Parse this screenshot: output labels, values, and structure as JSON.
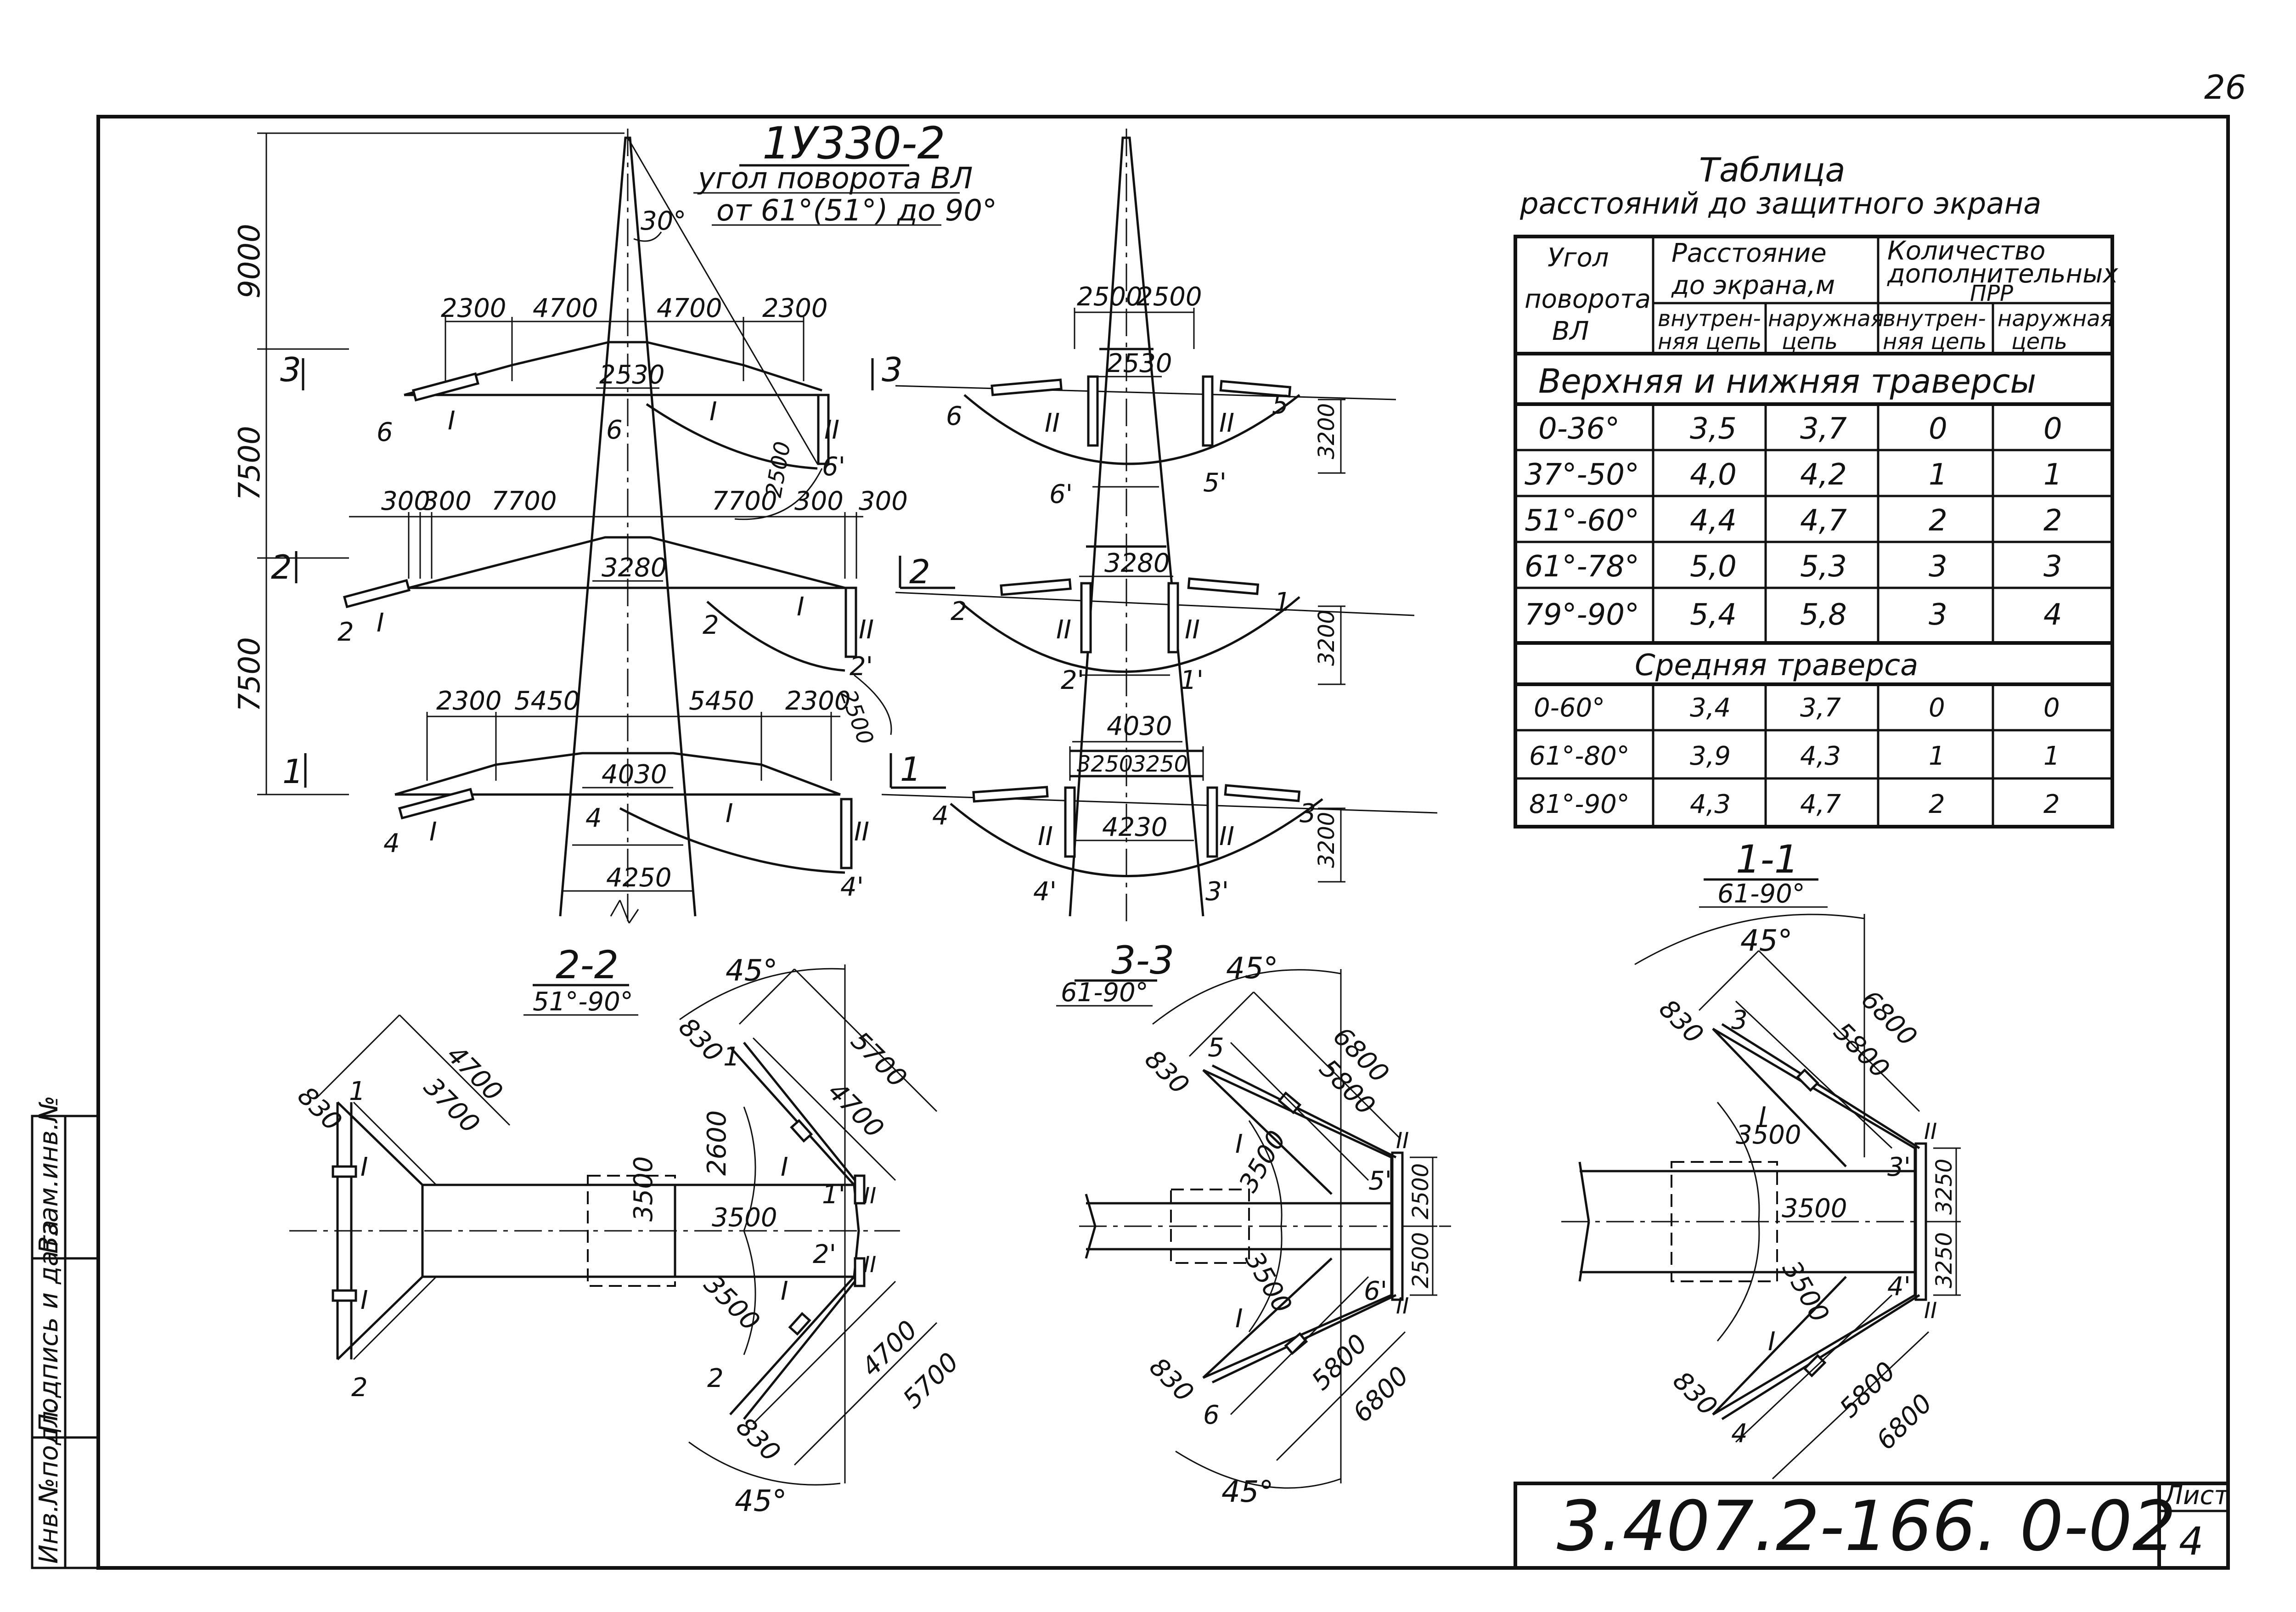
{
  "sheet": {
    "page_number": "26",
    "doc_code": "3.407.2-166. 0-02",
    "sheet_label": "Лист",
    "sheet_number": "4",
    "side_stamp": [
      "Инв.№подл.",
      "Подпись и дата",
      "Взам.инв.№"
    ]
  },
  "tower": {
    "title": "1У330-2",
    "subtitle1": "угол поворота ВЛ",
    "subtitle2": "от 61°(51°) до 90°",
    "angle_label": "30°",
    "dim_top": "9000",
    "dim_mid": "7500",
    "dim_low": "7500",
    "upper_dims": [
      "2300",
      "4700",
      "4700",
      "2300"
    ],
    "upper_width": "2530",
    "middle_dims": [
      "300",
      "300",
      "7700",
      "7700",
      "300",
      "300"
    ],
    "middle_width": "3280",
    "lower_dims": [
      "2300",
      "5450",
      "5450",
      "2300"
    ],
    "lower_width": "4030",
    "base_width": "4250",
    "swing_upper": "2500",
    "swing_middle": "2500",
    "sections": [
      "3",
      "2",
      "1"
    ],
    "phases": [
      "6",
      "6",
      "6'",
      "2",
      "2",
      "2'",
      "4",
      "4",
      "4'"
    ],
    "insulator_marks": [
      "I",
      "I",
      "II",
      "I",
      "I",
      "II",
      "I",
      "I",
      "II"
    ]
  },
  "side_view": {
    "top_dims": [
      "2500",
      "2500"
    ],
    "widths": [
      "2530",
      "3280",
      "4030",
      "3250",
      "3250",
      "4230"
    ],
    "sag": [
      "3200",
      "3200",
      "3200"
    ],
    "phases": [
      "6",
      "6'",
      "5",
      "5'",
      "2",
      "2'",
      "1",
      "1'",
      "4",
      "4'",
      "3",
      "3'"
    ],
    "section_marks": [
      "3",
      "2",
      "1"
    ],
    "insulator_marks": [
      "II",
      "II",
      "II",
      "II",
      "II",
      "II"
    ]
  },
  "table": {
    "title": "Таблица",
    "subtitle": "расстояний до защитного экрана",
    "col_angle": [
      "Угол",
      "поворота",
      "ВЛ"
    ],
    "col_distance": [
      "Расстояние",
      "до экрана,м"
    ],
    "col_count": [
      "Количество",
      "дополнительных",
      "ПРР"
    ],
    "sub_inner": [
      "внутрен-",
      "няя цепь"
    ],
    "sub_outer": [
      "наружная",
      "цепь"
    ],
    "group1": "Верхняя и нижняя траверсы",
    "group2": "Средняя траверса",
    "rows1": [
      [
        "0-36°",
        "3,5",
        "3,7",
        "0",
        "0"
      ],
      [
        "37°-50°",
        "4,0",
        "4,2",
        "1",
        "1"
      ],
      [
        "51°-60°",
        "4,4",
        "4,7",
        "2",
        "2"
      ],
      [
        "61°-78°",
        "5,0",
        "5,3",
        "3",
        "3"
      ],
      [
        "79°-90°",
        "5,4",
        "5,8",
        "3",
        "4"
      ]
    ],
    "rows2": [
      [
        "0-60°",
        "3,4",
        "3,7",
        "0",
        "0"
      ],
      [
        "61°-80°",
        "3,9",
        "4,3",
        "1",
        "1"
      ],
      [
        "81°-90°",
        "4,3",
        "4,7",
        "2",
        "2"
      ]
    ]
  },
  "plan22": {
    "title": "2-2",
    "subtitle": "51°-90°",
    "angle": "45°",
    "angle2": "45°",
    "dims": [
      "830",
      "4700",
      "3700",
      "830",
      "3500",
      "2600",
      "5700",
      "4700",
      "3500",
      "3500",
      "4700",
      "5700",
      "830"
    ],
    "phases": [
      "1",
      "2",
      "1",
      "1'",
      "2'",
      "2"
    ],
    "insulator_marks": [
      "I",
      "I",
      "I",
      "I",
      "II",
      "II"
    ]
  },
  "plan33": {
    "title": "3-3",
    "subtitle": "61-90°",
    "angle": "45°",
    "angle2": "45°",
    "dims": [
      "830",
      "6800",
      "5800",
      "3500",
      "2500",
      "2500",
      "3500",
      "5800",
      "6800",
      "830"
    ],
    "phases": [
      "5",
      "5'",
      "6'",
      "6"
    ],
    "insulator_marks": [
      "I",
      "I",
      "II",
      "II"
    ]
  },
  "plan11": {
    "title": "1-1",
    "subtitle": "61-90°",
    "angle": "45°",
    "dims": [
      "830",
      "6800",
      "5800",
      "3500",
      "3500",
      "3250",
      "3250",
      "3500",
      "5800",
      "6800",
      "830"
    ],
    "phases": [
      "3",
      "3'",
      "4'",
      "4"
    ],
    "insulator_marks": [
      "I",
      "I",
      "II",
      "II"
    ]
  }
}
